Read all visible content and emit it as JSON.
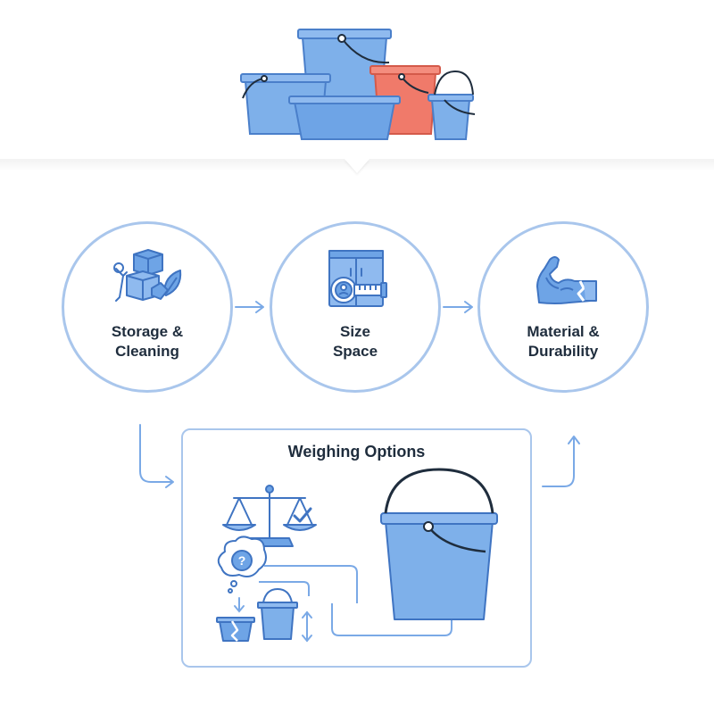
{
  "nodes": [
    {
      "id": "storage",
      "line1": "Storage &",
      "line2": "Cleaning",
      "icon": "boxes-wrench-leaf-icon"
    },
    {
      "id": "size",
      "line1": "Size",
      "line2": "Space",
      "icon": "cabinet-measuring-tape-icon"
    },
    {
      "id": "material",
      "line1": "Material &",
      "line2": "Durability",
      "icon": "flexed-arm-icon"
    }
  ],
  "panel": {
    "title": "Weighing Options",
    "icons": [
      "balance-scale-check-icon",
      "question-thought-icon",
      "broken-bucket-icon",
      "small-bucket-icon",
      "large-bucket-icon",
      "height-arrow-icon"
    ]
  },
  "colors": {
    "accent": "#6fa3e6",
    "accent_dark": "#3f74c2",
    "outline": "#a9c6ec",
    "highlight": "#f07a6a",
    "text": "#1f2d3d"
  }
}
